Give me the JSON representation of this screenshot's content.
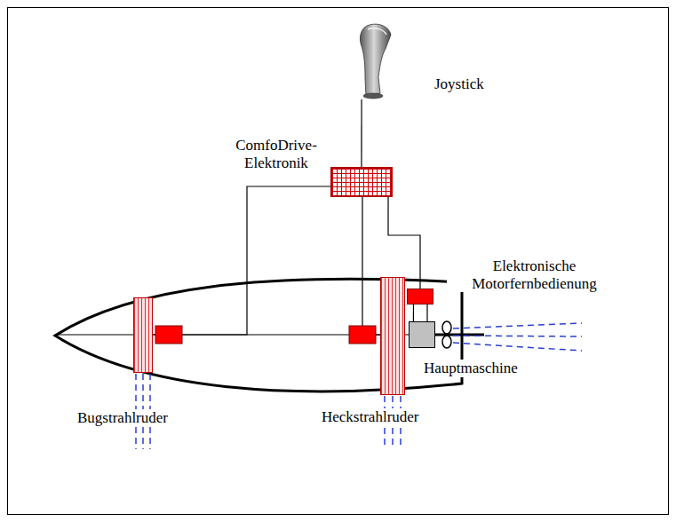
{
  "diagram": {
    "nodes": [
      {
        "text": [
          "Joystick"
        ]
      },
      {
        "text": [
          "ComfoDrive- Elektronik"
        ]
      },
      {
        "text": [
          "Elektronische Motorfernbedienung"
        ]
      },
      {
        "text": [
          "Bugstrahlruder"
        ]
      },
      {
        "text": [
          "Heckstrahlruder"
        ]
      },
      {
        "text": [
          "Hauptmaschine"
        ]
      }
    ],
    "edges": [
      {
        "from": 0,
        "to": 1,
        "arrow": "none"
      },
      {
        "from": 1,
        "to": 3,
        "arrow": "none"
      },
      {
        "from": 1,
        "to": 4,
        "arrow": "none"
      },
      {
        "from": 1,
        "to": 2,
        "arrow": "none"
      },
      {
        "from": 2,
        "to": 5,
        "arrow": "none"
      }
    ]
  }
}
